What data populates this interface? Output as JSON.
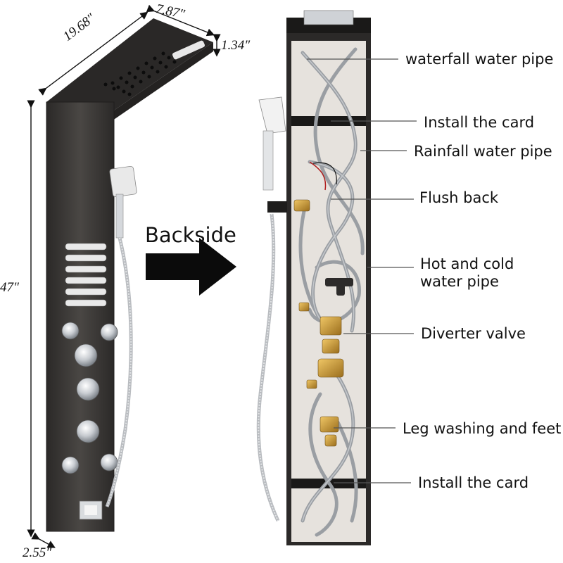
{
  "dimensions": {
    "width": "7.87″",
    "depth": "19.68″",
    "head_thickness": "1.34″",
    "height": "47″",
    "base": "2.55″"
  },
  "arrow_label": "Backside",
  "callouts": [
    {
      "text": "waterfall water pipe"
    },
    {
      "text": "Install the card"
    },
    {
      "text": "Rainfall water pipe"
    },
    {
      "text": "Flush back"
    },
    {
      "text_lines": [
        "Hot and cold",
        "water pipe"
      ]
    },
    {
      "text": "Diverter valve"
    },
    {
      "text": "Leg washing and feet"
    },
    {
      "text": "Install the card"
    }
  ],
  "colors": {
    "panel": "#3b3937",
    "panel_edge": "#1f1d1c",
    "chrome": "#c9ccd0",
    "brass": "#c9962e",
    "backing": "#e6e2dd",
    "pipe": "#9a9ea3"
  }
}
